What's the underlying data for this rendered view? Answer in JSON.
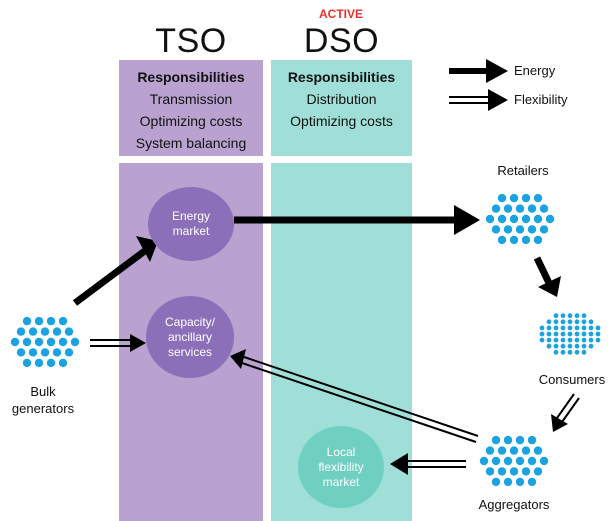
{
  "columns": {
    "tso": {
      "title": "TSO",
      "responsibilities_header": "Responsibilities",
      "responsibilities": [
        "Transmission",
        "Optimizing costs",
        "System balancing"
      ]
    },
    "dso": {
      "tag": "ACTIVE",
      "title": "DSO",
      "responsibilities_header": "Responsibilities",
      "responsibilities": [
        "Distribution",
        "Optimizing costs"
      ]
    }
  },
  "legend": {
    "energy": "Energy",
    "flexibility": "Flexibility"
  },
  "markets": {
    "energy": [
      "Energy",
      "market"
    ],
    "capacity": [
      "Capacity/",
      "ancillary",
      "services"
    ],
    "local": [
      "Local",
      "flexibility",
      "market"
    ]
  },
  "actors": {
    "bulk": [
      "Bulk",
      "generators"
    ],
    "retailers": "Retailers",
    "consumers": "Consumers",
    "aggregators": "Aggregators"
  },
  "colors": {
    "tso_panel": "#b9a2cf",
    "dso_panel": "#9fdfd7",
    "tso_market": "#8b6fb8",
    "dso_market": "#6fcfc1",
    "dots": "#1aa3e0",
    "active_tag": "#e8302c"
  }
}
